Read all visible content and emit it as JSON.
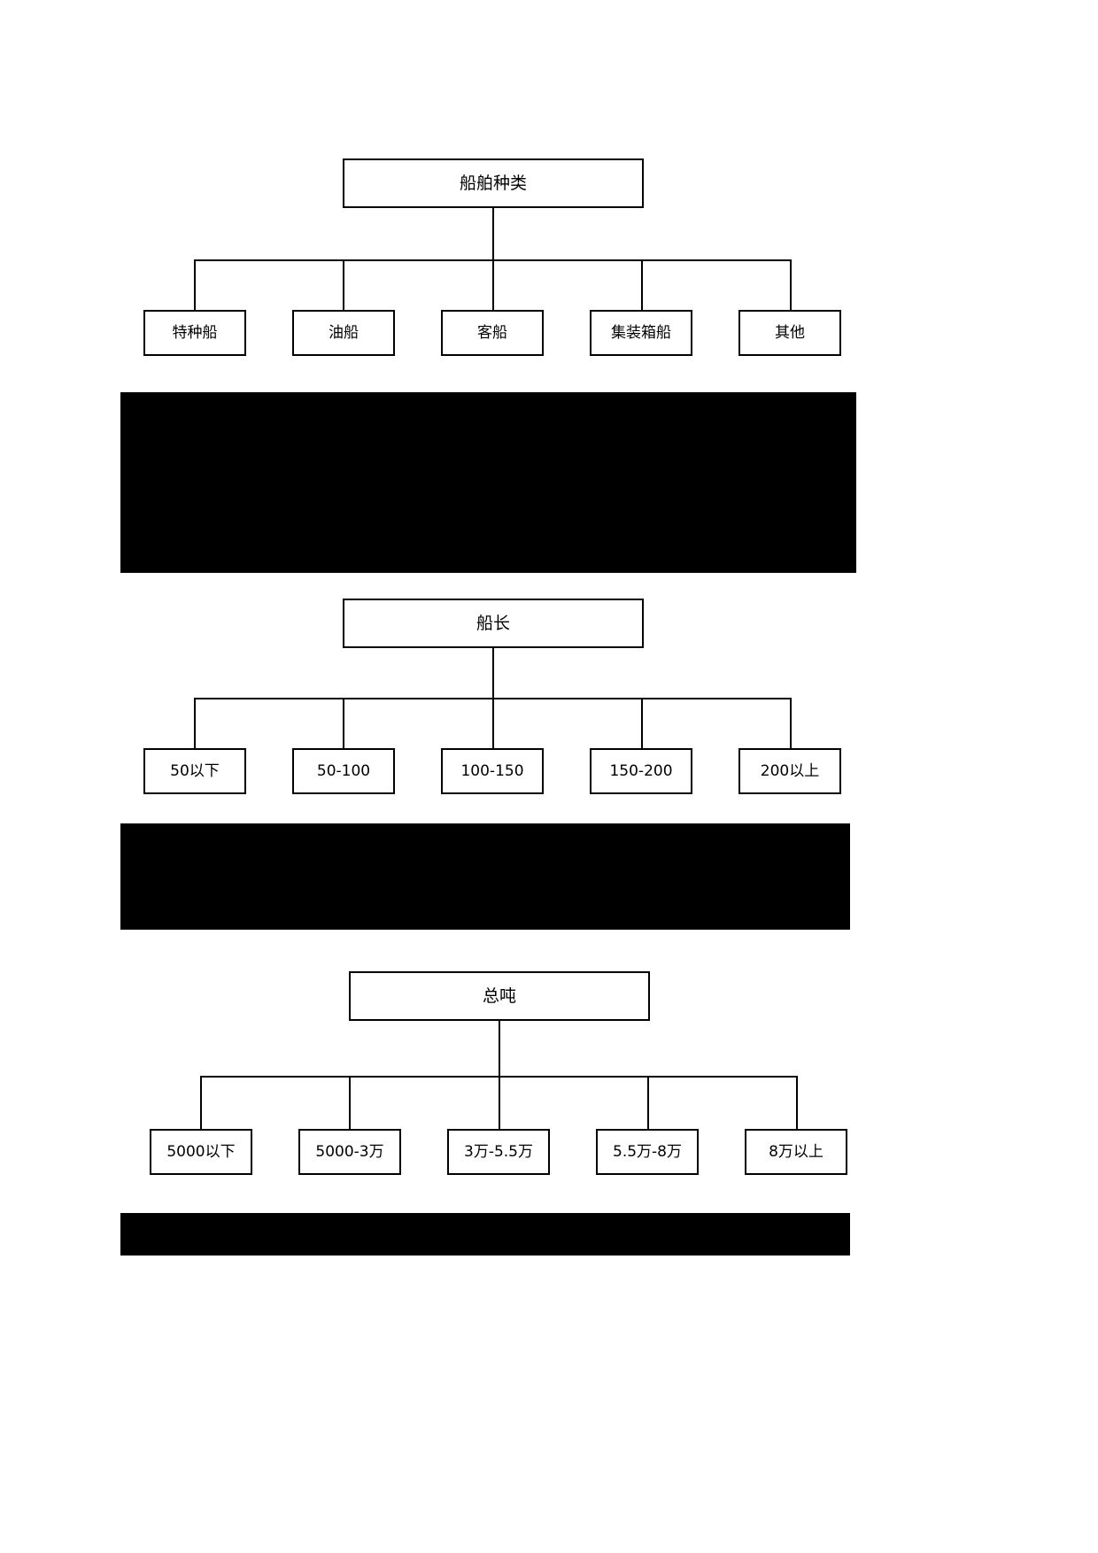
{
  "page": {
    "background": "#ffffff",
    "line_color": "#000000",
    "box_border": "#000000",
    "redaction_color": "#000000"
  },
  "diagrams": [
    {
      "id": "ship-type",
      "root": {
        "label": "船舶种类"
      },
      "children": [
        {
          "label": "特种船"
        },
        {
          "label": "油船"
        },
        {
          "label": "客船"
        },
        {
          "label": "集装箱船"
        },
        {
          "label": "其他"
        }
      ]
    },
    {
      "id": "ship-length",
      "root": {
        "label": "船长"
      },
      "children": [
        {
          "label": "50以下"
        },
        {
          "label": "50-100"
        },
        {
          "label": "100-150"
        },
        {
          "label": "150-200"
        },
        {
          "label": "200以上"
        }
      ]
    },
    {
      "id": "gross-tonnage",
      "root": {
        "label": "总吨"
      },
      "children": [
        {
          "label": "5000以下"
        },
        {
          "label": "5000-3万"
        },
        {
          "label": "3万-5.5万"
        },
        {
          "label": "5.5万-8万"
        },
        {
          "label": "8万以上"
        }
      ]
    }
  ],
  "redactions": [
    {
      "name": "redaction-band-upper"
    },
    {
      "name": "redaction-band-middle"
    },
    {
      "name": "redaction-band-lower"
    }
  ]
}
